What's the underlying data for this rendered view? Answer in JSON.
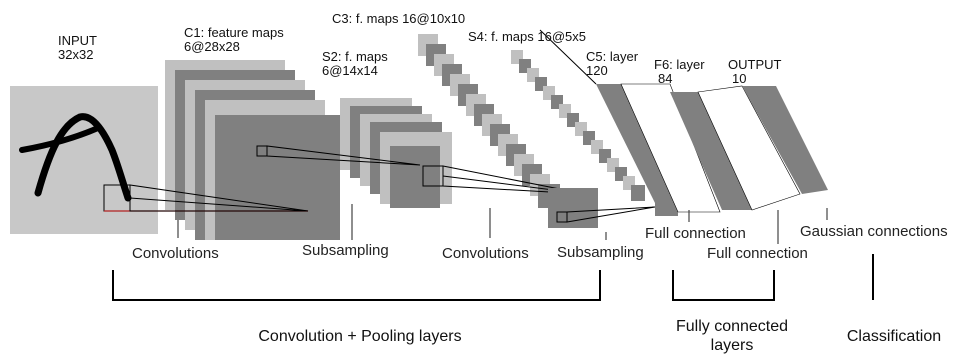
{
  "layers": {
    "input": {
      "name": "INPUT",
      "size": "32x32"
    },
    "c1": {
      "name": "C1: feature maps",
      "size": "6@28x28"
    },
    "s2": {
      "name": "S2: f. maps",
      "size": "6@14x14"
    },
    "c3": {
      "name": "C3: f. maps 16@10x10"
    },
    "s4": {
      "name": "S4: f. maps 16@5x5"
    },
    "c5": {
      "name": "C5: layer",
      "size": "120"
    },
    "f6": {
      "name": "F6: layer",
      "size": "84"
    },
    "output": {
      "name": "OUTPUT",
      "size": "10"
    }
  },
  "operations": {
    "conv1": "Convolutions",
    "sub1": "Subsampling",
    "conv2": "Convolutions",
    "sub2": "Subsampling",
    "full1": "Full connection",
    "full2": "Full connection",
    "gauss": "Gaussian connections"
  },
  "groups": {
    "conv_pool": "Convolution + Pooling layers",
    "fully_connected": "Fully connected layers",
    "classification": "Classification"
  },
  "colors": {
    "input_bg": "#c8c8c8",
    "map_light": "#c0c0c0",
    "map_dark": "#808080",
    "line": "#000000",
    "accent": "#b22222"
  }
}
